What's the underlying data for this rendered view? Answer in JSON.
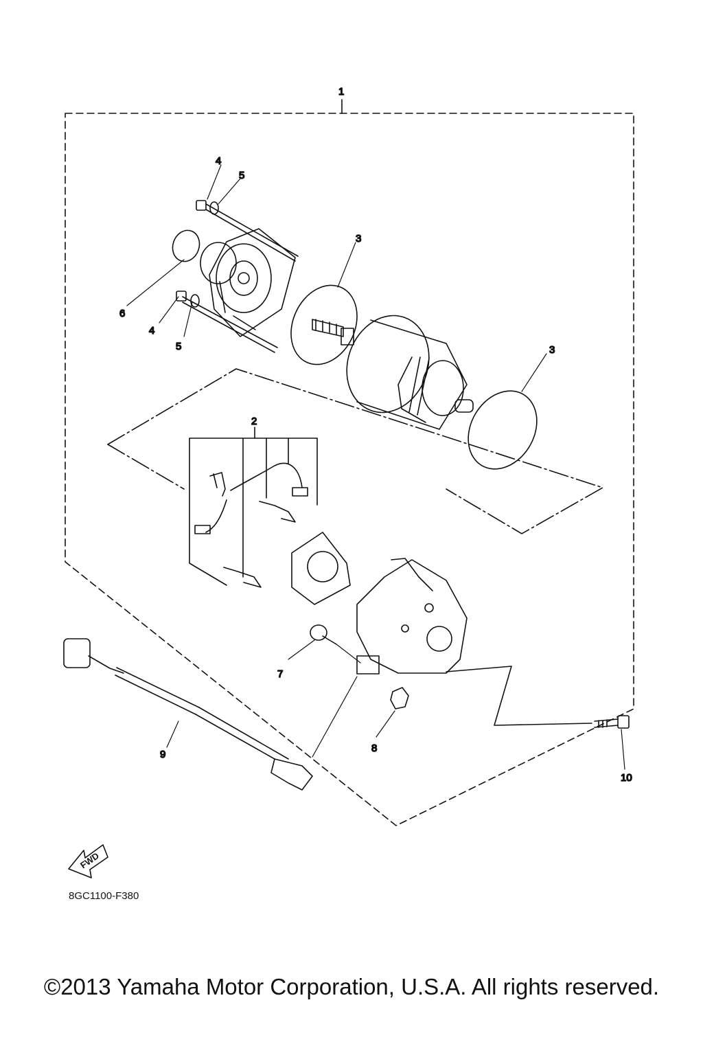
{
  "callouts": {
    "c1": "1",
    "c2": "2",
    "c3a": "3",
    "c3b": "3",
    "c4a": "4",
    "c4b": "4",
    "c5a": "5",
    "c5b": "5",
    "c6": "6",
    "c7": "7",
    "c8": "8",
    "c9": "9",
    "c10": "10"
  },
  "fwd_label": "FWD",
  "reference_code": "8GC1100-F380",
  "copyright": "©2013 Yamaha Motor Corporation, U.S.A. All rights reserved."
}
